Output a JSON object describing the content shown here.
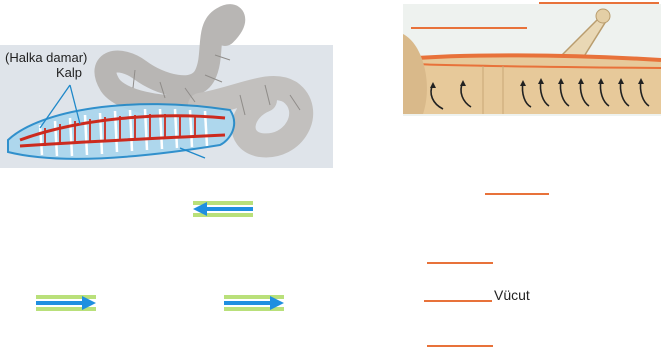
{
  "worm": {
    "label_vessel": "(Halka damar)",
    "label_heart": "Kalp"
  },
  "labels": {
    "body": "Vücut"
  },
  "colors": {
    "orange_line": "#e8723a",
    "arrow_blue": "#1f8fe0",
    "arrow_band_green": "#b9e07a"
  },
  "icons": [
    "arrow-left-icon",
    "arrow-right-icon"
  ]
}
